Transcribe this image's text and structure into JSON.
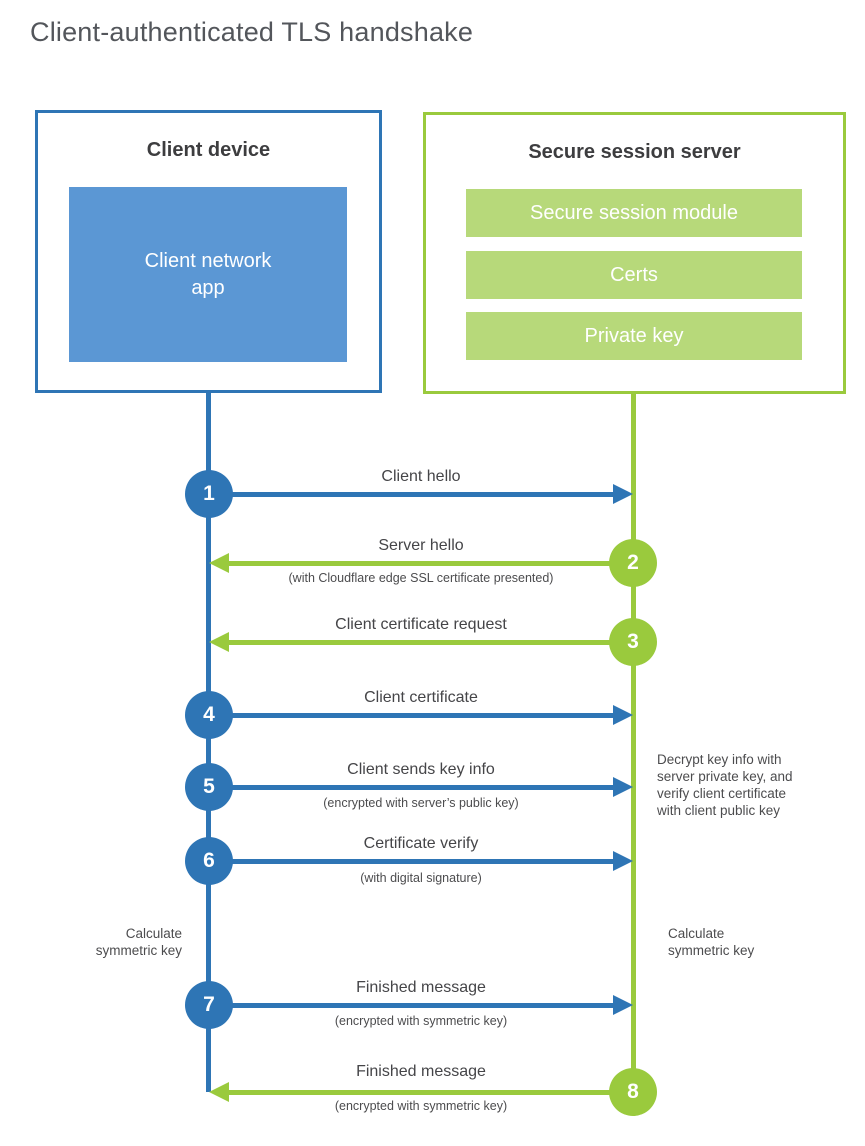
{
  "title": "Client-authenticated TLS handshake",
  "colors": {
    "blue": "#2e75b5",
    "blue_light": "#5b97d4",
    "green": "#9aca3d",
    "green_light": "#b7d97a",
    "heading_text": "#3d3d3f",
    "label_text": "#454548"
  },
  "client_box": {
    "title": "Client device",
    "inner_label": "Client network\napp"
  },
  "server_box": {
    "title": "Secure session server",
    "modules": [
      "Secure session module",
      "Certs",
      "Private key"
    ]
  },
  "steps": [
    {
      "num": "1",
      "label": "Client hello",
      "sub": "",
      "direction": "right",
      "color": "blue"
    },
    {
      "num": "2",
      "label": "Server hello",
      "sub": "(with Cloudflare edge SSL certificate presented)",
      "direction": "left",
      "color": "green"
    },
    {
      "num": "3",
      "label": "Client certificate request",
      "sub": "",
      "direction": "left",
      "color": "green"
    },
    {
      "num": "4",
      "label": "Client certificate",
      "sub": "",
      "direction": "right",
      "color": "blue"
    },
    {
      "num": "5",
      "label": "Client sends key info",
      "sub": "(encrypted with server’s public key)",
      "direction": "right",
      "color": "blue"
    },
    {
      "num": "6",
      "label": "Certificate verify",
      "sub": "(with digital signature)",
      "direction": "right",
      "color": "blue"
    },
    {
      "num": "7",
      "label": "Finished message",
      "sub": "(encrypted with symmetric key)",
      "direction": "right",
      "color": "blue"
    },
    {
      "num": "8",
      "label": "Finished message",
      "sub": "(encrypted with symmetric key)",
      "direction": "left",
      "color": "green"
    }
  ],
  "annotations": {
    "decrypt_note": "Decrypt key info with\nserver private key, and\nverify client certificate\nwith client public key",
    "calculate_left": "Calculate\nsymmetric key",
    "calculate_right": "Calculate\nsymmetric key"
  }
}
